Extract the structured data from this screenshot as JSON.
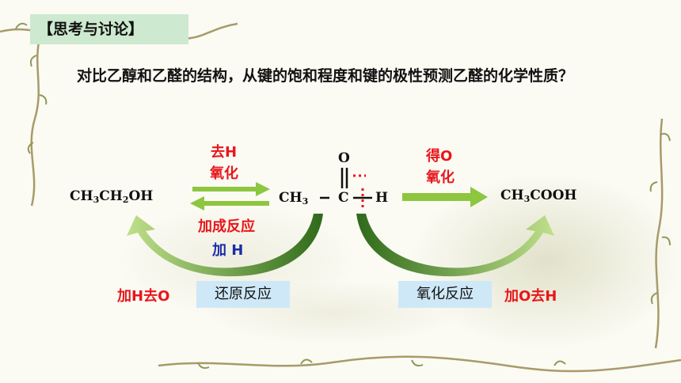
{
  "title": "【思考与讨论】",
  "question": "对比乙醇和乙醛的结构，从键的饱和程度和键的极性预测乙醛的化学性质？",
  "ethanol": {
    "a": "CH",
    "s1": "3",
    "b": "CH",
    "s2": "2",
    "c": "OH"
  },
  "aldehyde": {
    "ch3": "CH",
    "ch3_sub": "3",
    "o": "O",
    "c": "C",
    "h": "H"
  },
  "acid": {
    "a": "CH",
    "s1": "3",
    "b": "COOH"
  },
  "labels": {
    "remove_h": "去H",
    "oxidation_top": "氧化",
    "addition": "加成反应",
    "add_h": "加 H",
    "gain_o": "得O",
    "oxidation_right": "氧化",
    "add_h_remove_o": "加H去O",
    "reduction": "还原反应",
    "oxidation_reaction": "氧化反应",
    "add_o_remove_h": "加O去H"
  },
  "colors": {
    "arrow_green": "#8dc63f",
    "curve_green": "#3f7d1f",
    "red": "#e8161b",
    "blue": "#1c2ca8"
  }
}
